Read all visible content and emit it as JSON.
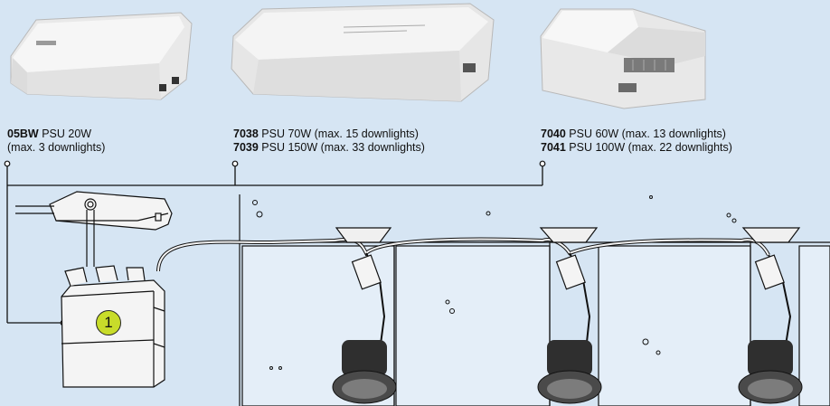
{
  "products": [
    {
      "lines": [
        {
          "code": "05BW",
          "text": "PSU 20W"
        },
        {
          "code": "",
          "text": "(max. 3 downlights)"
        }
      ]
    },
    {
      "lines": [
        {
          "code": "7038",
          "text": "PSU 70W (max. 15 downlights)"
        },
        {
          "code": "7039",
          "text": "PSU 150W (max. 33 downlights)"
        }
      ]
    },
    {
      "lines": [
        {
          "code": "7040",
          "text": "PSU 60W (max. 13 downlights)"
        },
        {
          "code": "7041",
          "text": "PSU 100W (max. 22 downlights)"
        }
      ]
    }
  ],
  "marker": {
    "label": "1",
    "color": "#c8dc2a"
  },
  "colors": {
    "background": "#d6e5f3",
    "device": "#f2f2f2",
    "downlight_ring": "#4a4a4a",
    "downlight_body": "#2f2f2f"
  }
}
